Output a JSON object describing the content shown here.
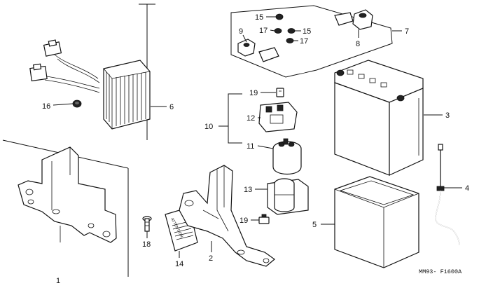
{
  "callouts": {
    "c1": "1",
    "c2": "2",
    "c3": "3",
    "c4": "4",
    "c5": "5",
    "c6": "6",
    "c7": "7",
    "c8": "8",
    "c9": "9",
    "c10": "10",
    "c11": "11",
    "c12": "12",
    "c13": "13",
    "c14": "14",
    "c15a": "15",
    "c15b": "15",
    "c16": "16",
    "c17a": "17",
    "c17b": "17",
    "c18": "18",
    "c19a": "19",
    "c19b": "19"
  },
  "attention_label": "ATTENTION",
  "figure_code": "MM93- F1600A"
}
